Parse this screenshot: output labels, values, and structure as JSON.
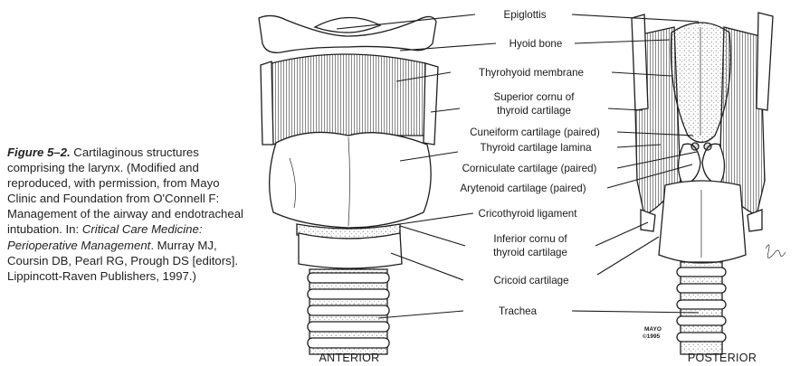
{
  "caption": {
    "figure_label": "Figure 5–2.",
    "text_1": " Cartilaginous structures comprising the larynx. (Modified and reproduced, with permission, from Mayo Clinic and Foundation from O'Connell F: Management of the airway and endotracheal intubation. In: ",
    "book_title": "Critical Care Medicine: Perioperative Management",
    "text_2": ". Murray MJ, Coursin DB, Pearl RG, Prough DS [editors]. Lippincott-Raven Publishers, 1997.)"
  },
  "labels": {
    "epiglottis": "Epiglottis",
    "hyoid_bone": "Hyoid bone",
    "thyrohyoid_membrane": "Thyrohyoid membrane",
    "superior_cornu_line1": "Superior cornu of",
    "superior_cornu_line2": "thyroid cartilage",
    "cuneiform": "Cuneiform cartilage (paired)",
    "thyroid_lamina": "Thyroid cartilage lamina",
    "corniculate": "Corniculate cartilage (paired)",
    "arytenoid": "Arytenoid cartilage (paired)",
    "cricothyroid_ligament": "Cricothyroid ligament",
    "inferior_cornu_line1": "Inferior cornu of",
    "inferior_cornu_line2": "thyroid cartilage",
    "cricoid": "Cricoid cartilage",
    "trachea": "Trachea"
  },
  "views": {
    "anterior": "ANTERIOR",
    "posterior": "POSTERIOR"
  },
  "credit": {
    "mayo": "MAYO",
    "year": "©1995"
  }
}
